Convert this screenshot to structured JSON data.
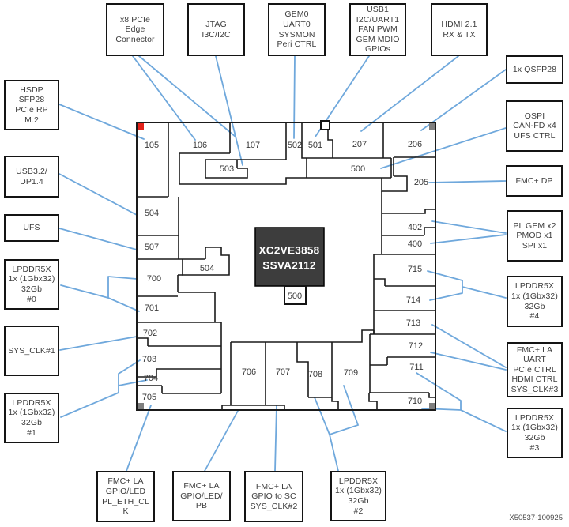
{
  "diagram": {
    "device": {
      "part": "XC2VE3858",
      "package": "SSVA2112"
    },
    "watermark": "X50537-100925",
    "colors": {
      "connector_line": "#6fa8dc",
      "corner_marker_red": "#e32119",
      "corner_marker_gray": "#7f7f7f",
      "chip_fill": "#3d3d3d",
      "outline": "#1a1a1a"
    }
  },
  "banks": {
    "105": "105",
    "106": "106",
    "107": "107",
    "502": "502",
    "501": "501",
    "207": "207",
    "206": "206",
    "503": "503",
    "500_top": "500",
    "205": "205",
    "402": "402",
    "400": "400",
    "715": "715",
    "714": "714",
    "713": "713",
    "712": "712",
    "711": "711",
    "710": "710",
    "504_left": "504",
    "507": "507",
    "700": "700",
    "701": "701",
    "702": "702",
    "703": "703",
    "704": "704",
    "705": "705",
    "504_inner": "504",
    "706": "706",
    "707": "707",
    "708": "708",
    "709": "709",
    "500_center": "500"
  },
  "callouts": {
    "pcie_edge": {
      "label": "x8 PCIe\nEdge\nConnector"
    },
    "jtag": {
      "label": "JTAG\nI3C/I2C"
    },
    "gem0": {
      "label": "GEM0\nUART0\nSYSMON\nPeri CTRL"
    },
    "usb1": {
      "label": "USB1\nI2C/UART1\nFAN PWM\nGEM MDIO\nGPIOs"
    },
    "hdmi": {
      "label": "HDMI 2.1\nRX & TX"
    },
    "qsfp": {
      "label": "1x QSFP28"
    },
    "ospi": {
      "label": "OSPI\nCAN-FD x4\nUFS CTRL"
    },
    "fmc_dp": {
      "label": "FMC+ DP"
    },
    "pl_gem": {
      "label": "PL GEM x2\nPMOD x1\nSPI x1"
    },
    "lpddr4": {
      "label": "LPDDR5X\n1x (1Gbx32)\n32Gb\n#4"
    },
    "fmc_uart": {
      "label": "FMC+ LA\nUART\nPCIe CTRL\nHDMI CTRL\nSYS_CLK#3"
    },
    "lpddr3": {
      "label": "LPDDR5X\n1x (1Gbx32)\n32Gb\n#3"
    },
    "hsdp": {
      "label": "HSDP\nSFP28\nPCIe RP\nM.2"
    },
    "usb32": {
      "label": "USB3.2/\nDP1.4"
    },
    "ufs": {
      "label": "UFS"
    },
    "lpddr0": {
      "label": "LPDDR5X\n1x (1Gbx32)\n32Gb\n#0"
    },
    "sysclk1": {
      "label": "SYS_CLK#1"
    },
    "lpddr1": {
      "label": "LPDDR5X\n1x (1Gbx32)\n32Gb\n#1"
    },
    "fmc_eth": {
      "label": "FMC+ LA\nGPIO/LED\nPL_ETH_CL\nK"
    },
    "fmc_pb": {
      "label": "FMC+ LA\nGPIO/LED/\nPB"
    },
    "fmc_sc": {
      "label": "FMC+ LA\nGPIO to SC\nSYS_CLK#2"
    },
    "lpddr2": {
      "label": "LPDDR5X\n1x (1Gbx32)\n32Gb\n#2"
    }
  }
}
